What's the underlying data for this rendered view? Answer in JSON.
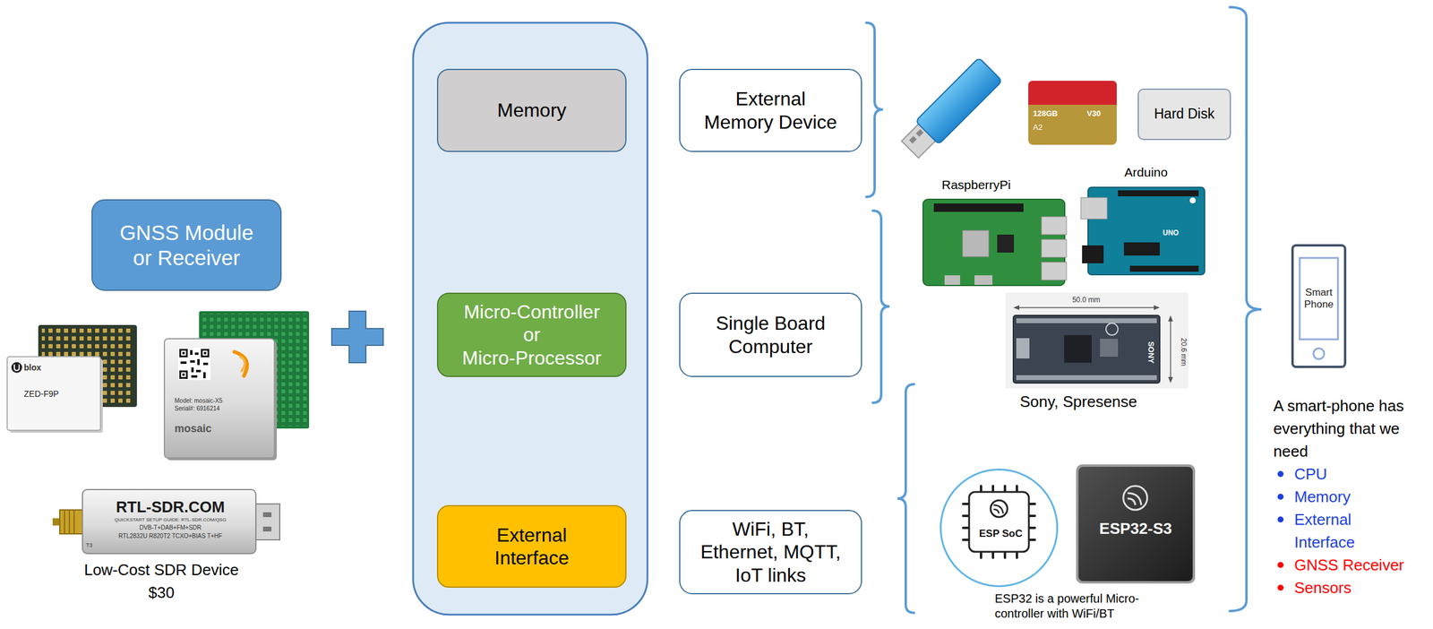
{
  "diagram": {
    "nodes": [
      {
        "text": [
          "GNSS Module or Receiver"
        ]
      },
      {
        "text": [
          "Memory"
        ]
      },
      {
        "text": [
          "Micro-Controller or Micro-Processor"
        ]
      },
      {
        "text": [
          "External Interface"
        ]
      },
      {
        "text": [
          "External Memory Device"
        ]
      },
      {
        "text": [
          "Single Board Computer"
        ]
      },
      {
        "text": [
          "WiFi, BT, Ethernet, MQTT, IoT links"
        ]
      },
      {
        "text": [
          "Hard Disk"
        ]
      },
      {
        "text": [
          "ESP SoC"
        ]
      },
      {
        "text": [
          "Smart Phone"
        ]
      }
    ],
    "labels": [
      "blox",
      "ZED-F9P",
      "Model: mosaic-X5",
      "Serial#: 6916214",
      "mosaic",
      "RTL-SDR.COM",
      "QUICKSTART SETUP GUIDE: RTL-SDR.COM/QSG",
      "DVB-T+DAB+FM+SDR",
      "RTL2832U R820T2 TCXO+BIAS T+HF",
      "T3",
      "Low-Cost SDR Device",
      "$30",
      "128GB",
      "V30",
      "A2",
      "RaspberryPi",
      "Arduino",
      "UNO",
      "50.0 mm",
      "20.6 mm",
      "SONY",
      "Sony, Spresense",
      "ESP32-S3",
      "ESP32 is a powerful Micro-controller with WiFi/BT",
      "A smart-phone has everything that we need",
      "CPU",
      "Memory",
      "External Interface",
      "GNSS Receiver",
      "Sensors"
    ]
  }
}
